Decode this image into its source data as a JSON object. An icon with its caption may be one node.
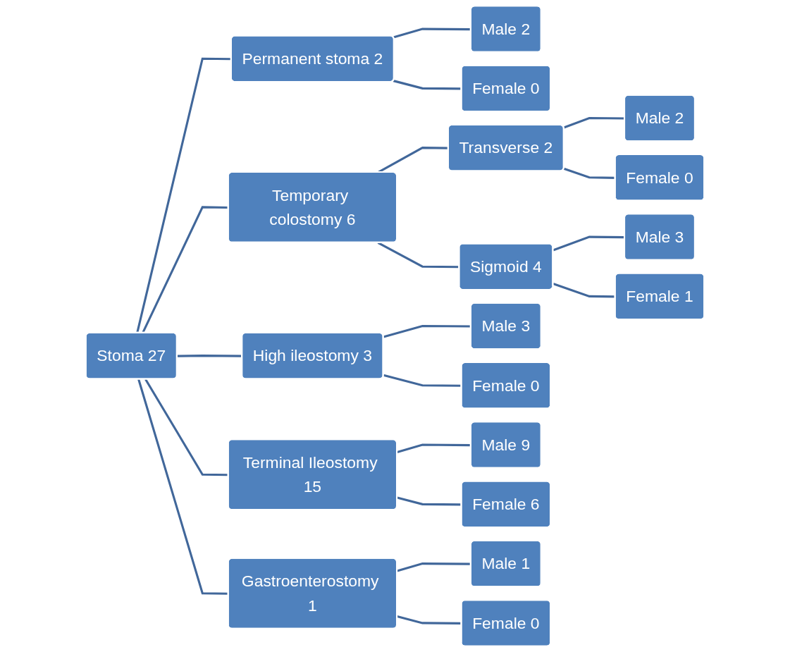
{
  "diagram": {
    "nodes": [
      {
        "text": [
          "Stoma 27"
        ]
      },
      {
        "text": [
          "Permanent stoma 2"
        ]
      },
      {
        "text": [
          "Male 2"
        ]
      },
      {
        "text": [
          "Female 0"
        ]
      },
      {
        "text": [
          "Temporary colostomy 6"
        ]
      },
      {
        "text": [
          "Transverse 2"
        ]
      },
      {
        "text": [
          "Male 2"
        ]
      },
      {
        "text": [
          "Female 0"
        ]
      },
      {
        "text": [
          "Sigmoid 4"
        ]
      },
      {
        "text": [
          "Male 3"
        ]
      },
      {
        "text": [
          "Female 1"
        ]
      },
      {
        "text": [
          "High ileostomy 3"
        ]
      },
      {
        "text": [
          "Male 3"
        ]
      },
      {
        "text": [
          "Female 0"
        ]
      },
      {
        "text": [
          "Terminal Ileostomy 15"
        ]
      },
      {
        "text": [
          "Male 9"
        ]
      },
      {
        "text": [
          "Female 6"
        ]
      },
      {
        "text": [
          "Gastroenterostomy 1"
        ]
      },
      {
        "text": [
          "Male 1"
        ]
      },
      {
        "text": [
          "Female 0"
        ]
      }
    ],
    "edges": [
      {
        "from": 0,
        "to": 1,
        "arrow": "none"
      },
      {
        "from": 1,
        "to": 2,
        "arrow": "none"
      },
      {
        "from": 1,
        "to": 3,
        "arrow": "none"
      },
      {
        "from": 0,
        "to": 4,
        "arrow": "none"
      },
      {
        "from": 4,
        "to": 5,
        "arrow": "none"
      },
      {
        "from": 5,
        "to": 6,
        "arrow": "none"
      },
      {
        "from": 5,
        "to": 7,
        "arrow": "none"
      },
      {
        "from": 4,
        "to": 8,
        "arrow": "none"
      },
      {
        "from": 8,
        "to": 9,
        "arrow": "none"
      },
      {
        "from": 8,
        "to": 10,
        "arrow": "none"
      },
      {
        "from": 0,
        "to": 11,
        "arrow": "none"
      },
      {
        "from": 11,
        "to": 12,
        "arrow": "none"
      },
      {
        "from": 11,
        "to": 13,
        "arrow": "none"
      },
      {
        "from": 0,
        "to": 14,
        "arrow": "none"
      },
      {
        "from": 14,
        "to": 15,
        "arrow": "none"
      },
      {
        "from": 14,
        "to": 16,
        "arrow": "none"
      },
      {
        "from": 0,
        "to": 17,
        "arrow": "none"
      },
      {
        "from": 17,
        "to": 18,
        "arrow": "none"
      },
      {
        "from": 17,
        "to": 19,
        "arrow": "none"
      }
    ]
  }
}
